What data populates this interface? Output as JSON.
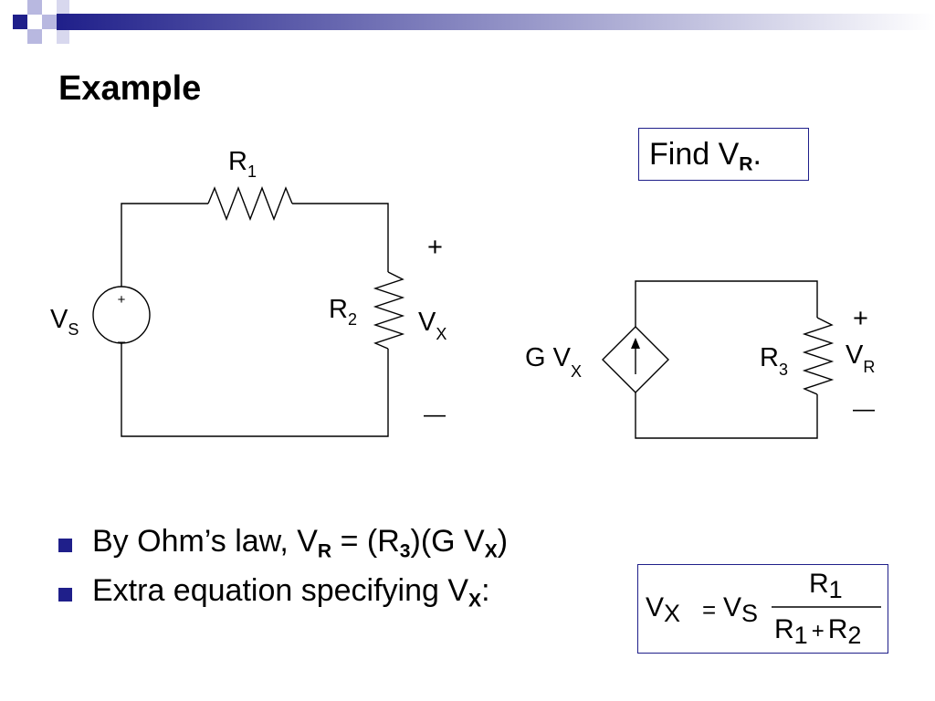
{
  "slide": {
    "title": "Example",
    "find": {
      "prefix": "Find V",
      "sub": "R",
      "suffix": "."
    }
  },
  "circuit_left": {
    "r1": {
      "main": "R",
      "sub": "1"
    },
    "r2": {
      "main": "R",
      "sub": "2"
    },
    "vs": {
      "main": "V",
      "sub": "S"
    },
    "vx": {
      "main": "V",
      "sub": "X"
    },
    "source_plus": "+",
    "source_minus": "–",
    "vx_plus": "+",
    "vx_minus": "—"
  },
  "circuit_right": {
    "gvx": {
      "main": "G V",
      "sub": "X"
    },
    "r3": {
      "main": "R",
      "sub": "3"
    },
    "vr": {
      "main": "V",
      "sub": "R"
    },
    "vr_plus": "+",
    "vr_minus": "—"
  },
  "bullets": [
    {
      "parts": [
        "By Ohm’s law, V",
        "R",
        " = (R",
        "3",
        ")(G V",
        "X",
        ")"
      ]
    },
    {
      "parts": [
        "Extra equation specifying V",
        "X",
        ":"
      ]
    }
  ],
  "equation": {
    "lhs_main": "V",
    "lhs_sub": "X",
    "eq": "=",
    "rhs_main": "V",
    "rhs_sub": "S",
    "num_main": "R",
    "num_sub": "1",
    "den1_main": "R",
    "den1_sub": "1",
    "plus": "+",
    "den2_main": "R",
    "den2_sub": "2"
  },
  "colors": {
    "accent": "#1f1f8a",
    "light_accent": "#b8b8e0"
  }
}
